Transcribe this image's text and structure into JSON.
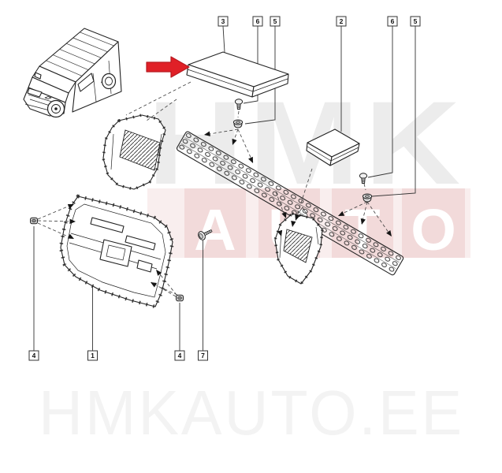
{
  "watermark": {
    "brand_top": "HMK",
    "letters": [
      "A",
      "U",
      "T",
      "O"
    ],
    "footer": "HMKAUTO.EE"
  },
  "colors": {
    "arrow_red": "#e02027",
    "arrow_red_dark": "#b81920",
    "watermark_gray": "#ececec",
    "watermark_pink": "#f2dada",
    "watermark_pink_light": "#f9eeee",
    "letter_white": "#ffffff",
    "footer_gray": "#f3f3f3"
  },
  "callouts": {
    "top": [
      {
        "label": "3"
      },
      {
        "label": "6"
      },
      {
        "label": "5"
      },
      {
        "label": "2"
      },
      {
        "label": "6"
      },
      {
        "label": "5"
      }
    ],
    "bottom": [
      {
        "label": "4"
      },
      {
        "label": "1"
      },
      {
        "label": "4"
      },
      {
        "label": "7"
      }
    ]
  }
}
